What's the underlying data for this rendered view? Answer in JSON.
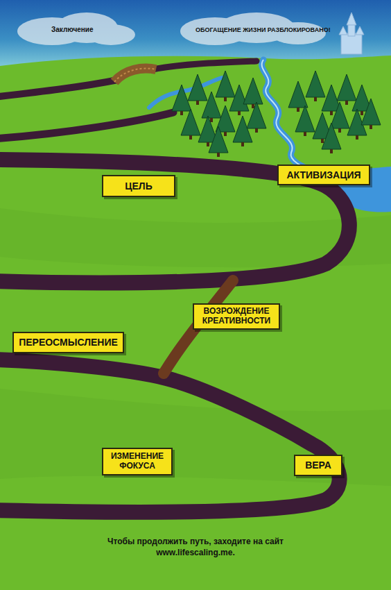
{
  "diagram": {
    "title": "Заключение",
    "caption": "Чтобы продолжить путь, заходите на сайт www.lifescaling.me.",
    "nodes": [
      {
        "text": [
          "ЦЕЛЬ"
        ]
      },
      {
        "text": [
          "АКТИВИЗАЦИЯ"
        ]
      },
      {
        "text": [
          "ВОЗРОЖДЕНИЕ КРЕАТИВНОСТИ"
        ]
      },
      {
        "text": [
          "ПЕРЕОСМЫСЛЕНИЕ"
        ]
      },
      {
        "text": [
          "ИЗМЕНЕНИЕ ФОКУСА"
        ]
      },
      {
        "text": [
          "ВЕРА"
        ]
      }
    ],
    "labels": [
      "ОБОГАЩЕНИЕ ЖИЗНИ РАЗБЛОКИРОВАНО!"
    ]
  }
}
